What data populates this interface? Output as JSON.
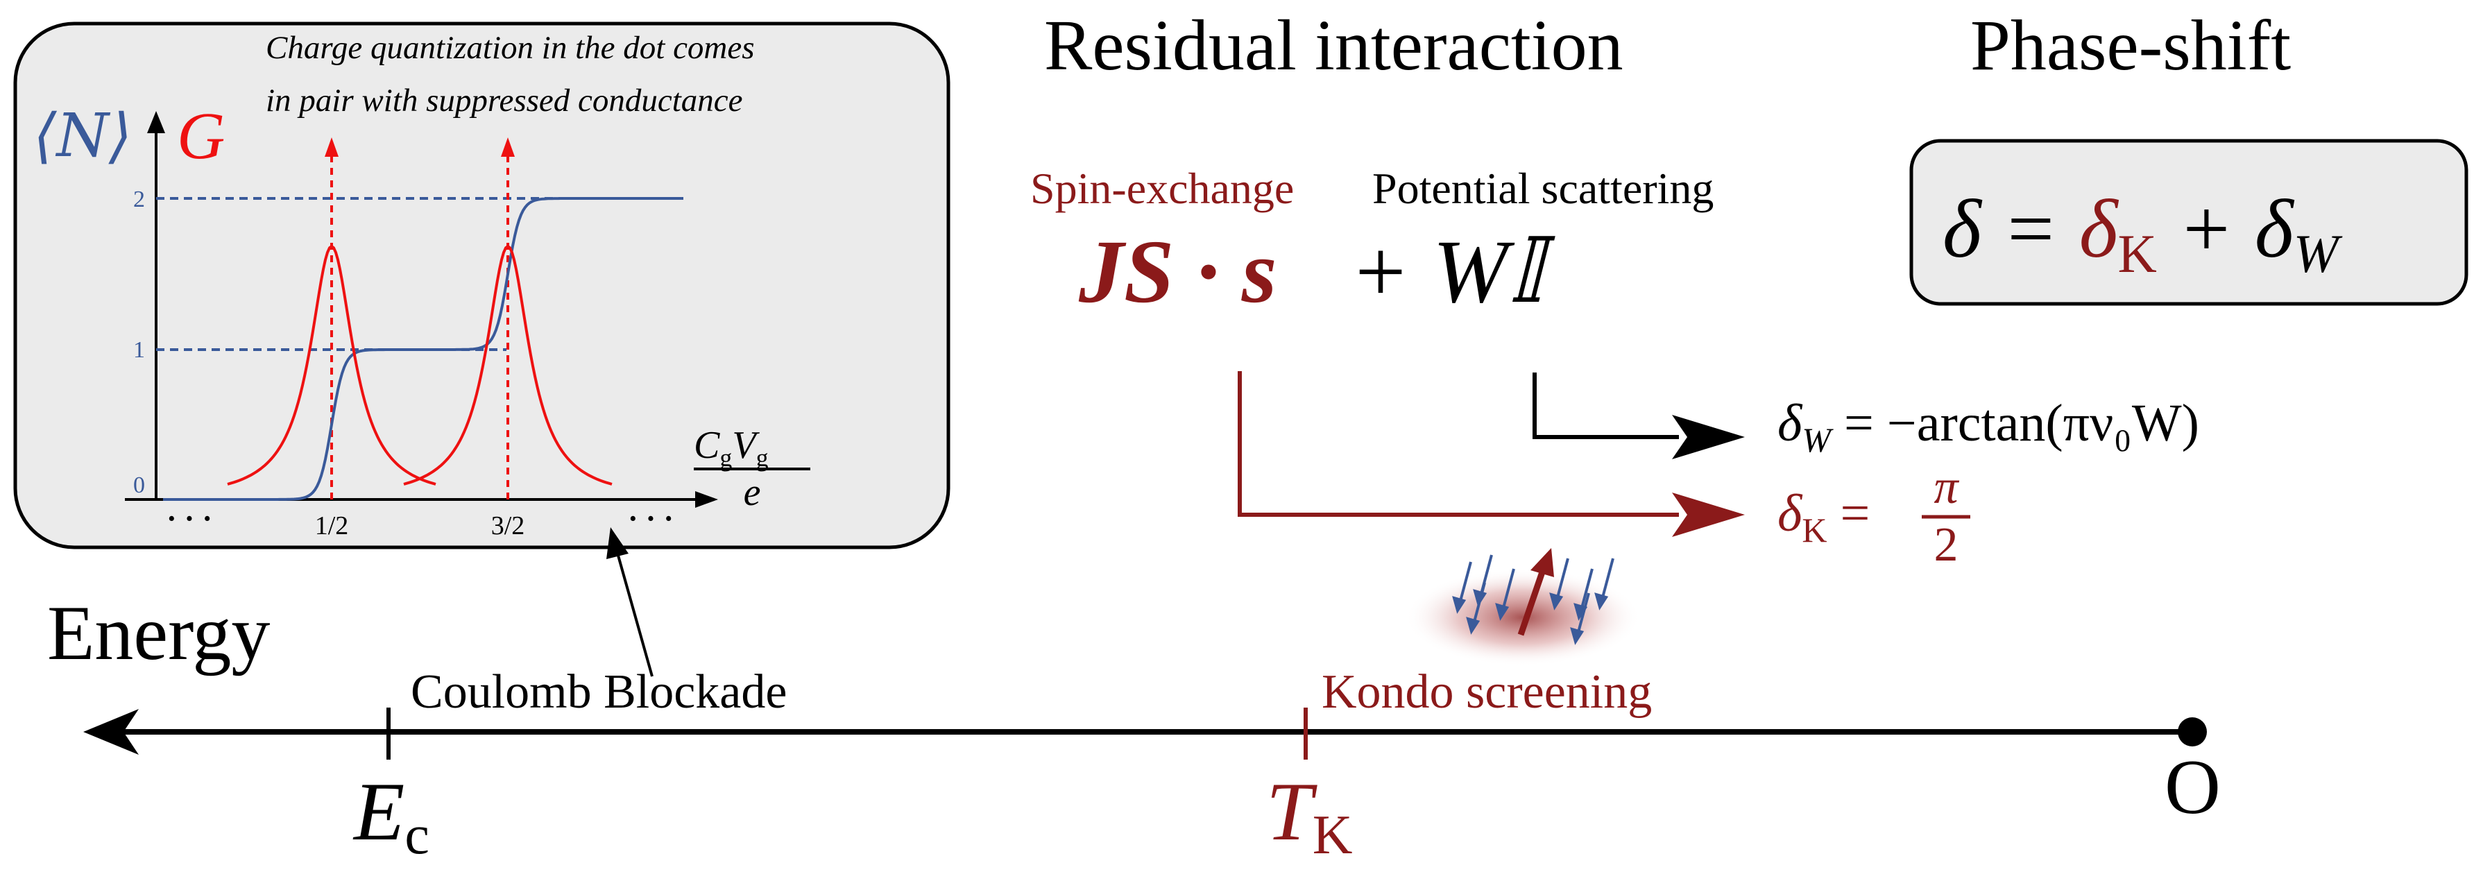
{
  "colors": {
    "dark_red": "#8b1a1a",
    "red": "#ee1111",
    "blue": "#3a5a9a",
    "black": "#000000",
    "panel_gray": "#ebebeb"
  },
  "inset": {
    "caption_line1": "Charge quantization in the dot comes",
    "caption_line2": "in pair with suppressed conductance",
    "y_label_N": "⟨N⟩",
    "y_label_G": "G",
    "y_ticks": [
      "2",
      "1",
      "0"
    ],
    "x_ticks": [
      "1/2",
      "3/2"
    ],
    "dots_left": "· · ·",
    "dots_right": "· · ·",
    "x_label_numerator": "C",
    "x_label_numerator_sub1": "g",
    "x_label_V": "V",
    "x_label_numerator_sub2": "g",
    "x_label_denominator": "e"
  },
  "residual": {
    "title": "Residual interaction",
    "spin_label": "Spin-exchange",
    "potential_label": "Potential scattering",
    "formula_JS": "JS · s",
    "formula_plus": "+ W𝕀"
  },
  "phase": {
    "title": "Phase-shift",
    "delta": "δ = ",
    "delta_K": "δ",
    "delta_K_sub": "K",
    "plus": " + δ",
    "delta_W_sub": "W"
  },
  "shifts": {
    "dW_symbol": "δ",
    "dW_sub": "W",
    "dW_rhs": " = −arctan(πν₀W)",
    "dK_symbol": "δ",
    "dK_sub": "K",
    "dK_eq": " = ",
    "dK_num": "π",
    "dK_den": "2"
  },
  "axis": {
    "energy_label": "Energy",
    "coulomb_label": "Coulomb Blockade",
    "kondo_label": "Kondo screening",
    "Ec": "E",
    "Ec_sub": "c",
    "TK": "T",
    "TK_sub": "K",
    "origin": "O"
  }
}
